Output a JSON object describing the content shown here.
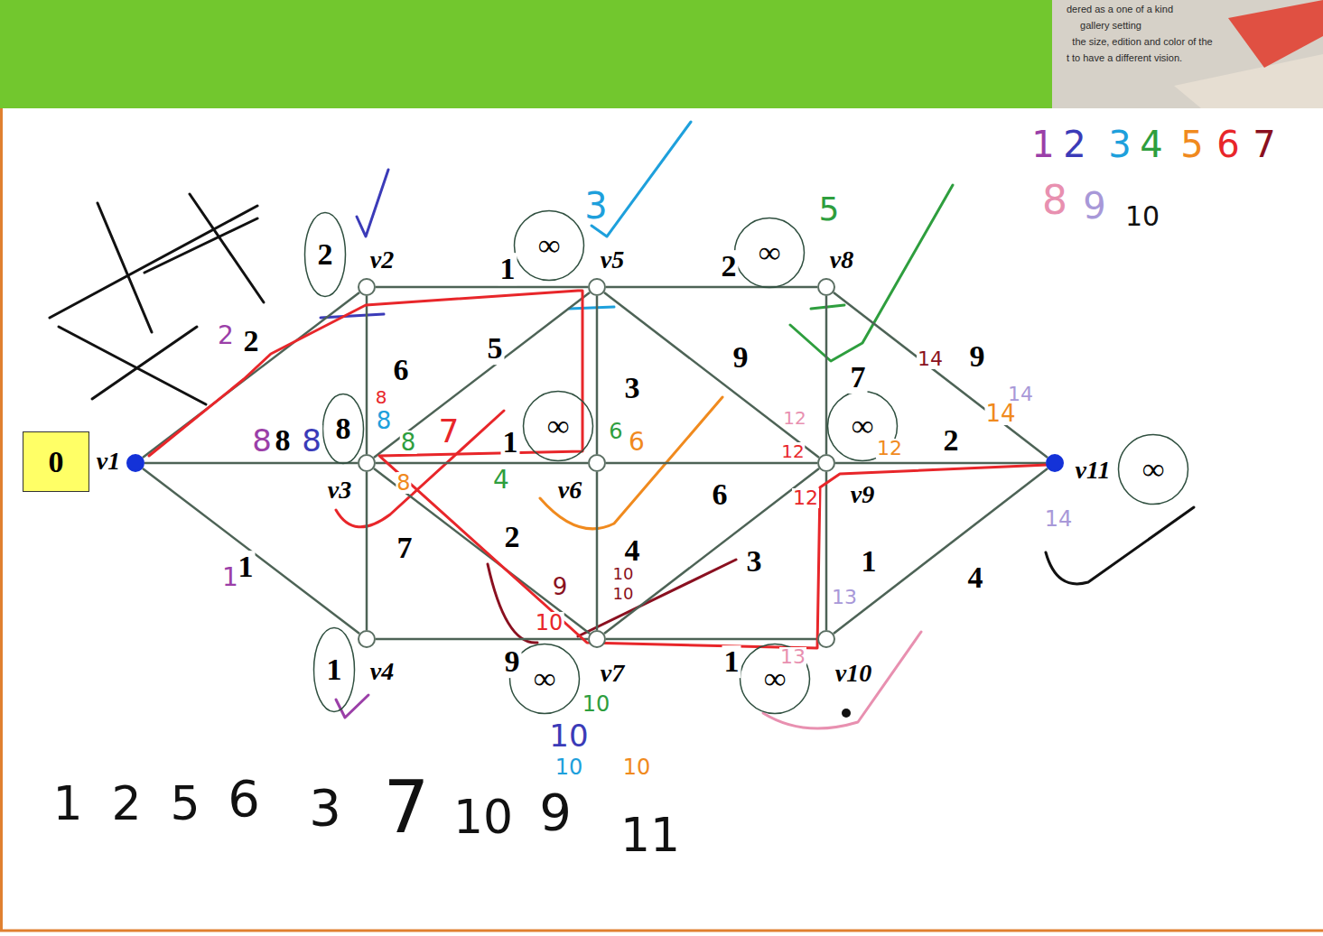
{
  "diagram": {
    "nodes": [
      {
        "text": [
          "v1"
        ]
      },
      {
        "text": [
          "v2"
        ]
      },
      {
        "text": [
          "v3"
        ]
      },
      {
        "text": [
          "v4"
        ]
      },
      {
        "text": [
          "v5"
        ]
      },
      {
        "text": [
          "v6"
        ]
      },
      {
        "text": [
          "v7"
        ]
      },
      {
        "text": [
          "v8"
        ]
      },
      {
        "text": [
          "v9"
        ]
      },
      {
        "text": [
          "v10"
        ]
      },
      {
        "text": [
          "v11"
        ]
      },
      {
        "text": [
          "0"
        ]
      },
      {
        "text": [
          "2"
        ]
      },
      {
        "text": [
          "∞"
        ]
      },
      {
        "text": [
          "∞"
        ]
      },
      {
        "text": [
          "8"
        ]
      },
      {
        "text": [
          "∞"
        ]
      },
      {
        "text": [
          "∞"
        ]
      },
      {
        "text": [
          "∞"
        ]
      },
      {
        "text": [
          "1"
        ]
      },
      {
        "text": [
          "∞"
        ]
      },
      {
        "text": [
          "∞"
        ]
      }
    ],
    "edges": [
      {
        "from": 0,
        "to": 1,
        "arrow": "none",
        "label": "2"
      },
      {
        "from": 0,
        "to": 2,
        "arrow": "none",
        "label": "8"
      },
      {
        "from": 0,
        "to": 3,
        "arrow": "none",
        "label": "1"
      },
      {
        "from": 1,
        "to": 4,
        "arrow": "none",
        "label": "1"
      },
      {
        "from": 1,
        "to": 2,
        "arrow": "none",
        "label": "6"
      },
      {
        "from": 2,
        "to": 4,
        "arrow": "none",
        "label": "5"
      },
      {
        "from": 2,
        "to": 5,
        "arrow": "none",
        "label": "1"
      },
      {
        "from": 2,
        "to": 3,
        "arrow": "none",
        "label": "7"
      },
      {
        "from": 2,
        "to": 6,
        "arrow": "none",
        "label": "2"
      },
      {
        "from": 3,
        "to": 6,
        "arrow": "none",
        "label": "9"
      },
      {
        "from": 4,
        "to": 5,
        "arrow": "none",
        "label": "3"
      },
      {
        "from": 4,
        "to": 7,
        "arrow": "none",
        "label": "2"
      },
      {
        "from": 4,
        "to": 8,
        "arrow": "none",
        "label": "9"
      },
      {
        "from": 5,
        "to": 8,
        "arrow": "none",
        "label": "6"
      },
      {
        "from": 5,
        "to": 6,
        "arrow": "none",
        "label": "4"
      },
      {
        "from": 6,
        "to": 8,
        "arrow": "none",
        "label": "3"
      },
      {
        "from": 6,
        "to": 9,
        "arrow": "none",
        "label": "1"
      },
      {
        "from": 7,
        "to": 8,
        "arrow": "none",
        "label": "7"
      },
      {
        "from": 7,
        "to": 10,
        "arrow": "none",
        "label": "9"
      },
      {
        "from": 8,
        "to": 10,
        "arrow": "none",
        "label": "2"
      },
      {
        "from": 8,
        "to": 9,
        "arrow": "none",
        "label": "1"
      },
      {
        "from": 9,
        "to": 10,
        "arrow": "none",
        "label": "4"
      }
    ],
    "labels": [
      "dered as a one of a kind",
      "gallery setting",
      "the size, edition and color of the",
      "t to have a different vision.",
      "1",
      "2",
      "3",
      "4",
      "5",
      "6",
      "7",
      "8",
      "9",
      "10",
      "1",
      "2",
      "5",
      "6",
      "3",
      "7",
      "10",
      "9",
      "11",
      "3",
      "5",
      "2",
      "1",
      "8",
      "8",
      "8",
      "8",
      "8",
      "8",
      "7",
      "4",
      "6",
      "6",
      "12",
      "12",
      "12",
      "12",
      "14",
      "14",
      "14",
      "14",
      "9",
      "10",
      "10",
      "10",
      "10",
      "10",
      "10",
      "10",
      "13",
      "13"
    ]
  }
}
